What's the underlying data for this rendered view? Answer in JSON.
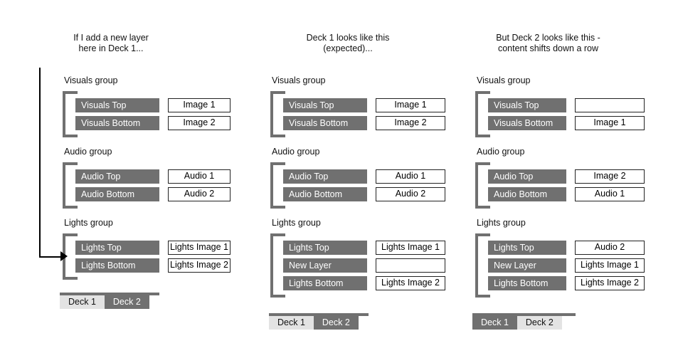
{
  "colors": {
    "gray_bar": "#707070",
    "active_tab": "#e3e3e3",
    "box_border": "#222222",
    "annotation": "#000000"
  },
  "columns": [
    {
      "id": "col-1",
      "caption": "If I add a new layer\nhere in Deck 1...",
      "annotation": {
        "type": "arrow-pointing-right",
        "target": "Lights Top"
      },
      "groups": [
        {
          "title": "Visuals group",
          "rows": [
            {
              "layer": "Visuals Top",
              "content": "Image 1"
            },
            {
              "layer": "Visuals Bottom",
              "content": "Image 2"
            }
          ]
        },
        {
          "title": "Audio group",
          "rows": [
            {
              "layer": "Audio Top",
              "content": "Audio 1"
            },
            {
              "layer": "Audio Bottom",
              "content": "Audio 2"
            }
          ]
        },
        {
          "title": "Lights group",
          "rows": [
            {
              "layer": "Lights Top",
              "content": "Lights Image 1"
            },
            {
              "layer": "Lights Bottom",
              "content": "Lights Image 2"
            }
          ]
        }
      ],
      "decks": [
        {
          "label": "Deck 1",
          "active": true
        },
        {
          "label": "Deck 2",
          "active": false
        }
      ]
    },
    {
      "id": "col-2",
      "caption": "Deck 1 looks like this\n(expected)...",
      "annotation": null,
      "groups": [
        {
          "title": "Visuals group",
          "rows": [
            {
              "layer": "Visuals Top",
              "content": "Image 1"
            },
            {
              "layer": "Visuals Bottom",
              "content": "Image 2"
            }
          ]
        },
        {
          "title": "Audio group",
          "rows": [
            {
              "layer": "Audio Top",
              "content": "Audio 1"
            },
            {
              "layer": "Audio Bottom",
              "content": "Audio 2"
            }
          ]
        },
        {
          "title": "Lights group",
          "rows": [
            {
              "layer": "Lights Top",
              "content": "Lights Image 1"
            },
            {
              "layer": "New Layer",
              "content": ""
            },
            {
              "layer": "Lights Bottom",
              "content": "Lights Image 2"
            }
          ]
        }
      ],
      "decks": [
        {
          "label": "Deck 1",
          "active": true
        },
        {
          "label": "Deck 2",
          "active": false
        }
      ]
    },
    {
      "id": "col-3",
      "caption": "But Deck 2 looks like this -\ncontent shifts down a row",
      "annotation": null,
      "groups": [
        {
          "title": "Visuals group",
          "rows": [
            {
              "layer": "Visuals Top",
              "content": ""
            },
            {
              "layer": "Visuals Bottom",
              "content": "Image 1"
            }
          ]
        },
        {
          "title": "Audio group",
          "rows": [
            {
              "layer": "Audio Top",
              "content": "Image 2"
            },
            {
              "layer": "Audio Bottom",
              "content": "Audio 1"
            }
          ]
        },
        {
          "title": "Lights group",
          "rows": [
            {
              "layer": "Lights Top",
              "content": "Audio 2"
            },
            {
              "layer": "New Layer",
              "content": "Lights Image 1"
            },
            {
              "layer": "Lights Bottom",
              "content": "Lights Image 2"
            }
          ]
        }
      ],
      "decks": [
        {
          "label": "Deck 1",
          "active": false
        },
        {
          "label": "Deck 2",
          "active": true
        }
      ]
    }
  ]
}
